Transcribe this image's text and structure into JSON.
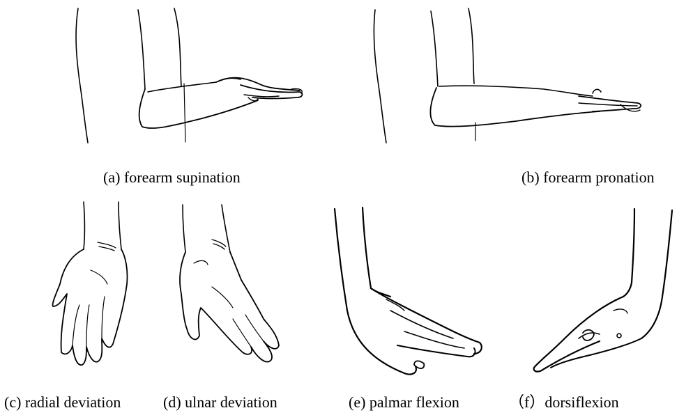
{
  "figure": {
    "panels": [
      {
        "id": "a",
        "caption": "(a) forearm supination"
      },
      {
        "id": "b",
        "caption": "(b) forearm pronation"
      },
      {
        "id": "c",
        "caption": "(c) radial deviation"
      },
      {
        "id": "d",
        "caption": "(d) ulnar deviation"
      },
      {
        "id": "e",
        "caption": "(e) palmar flexion"
      },
      {
        "id": "f",
        "caption": "（f）dorsiflexion"
      }
    ]
  }
}
